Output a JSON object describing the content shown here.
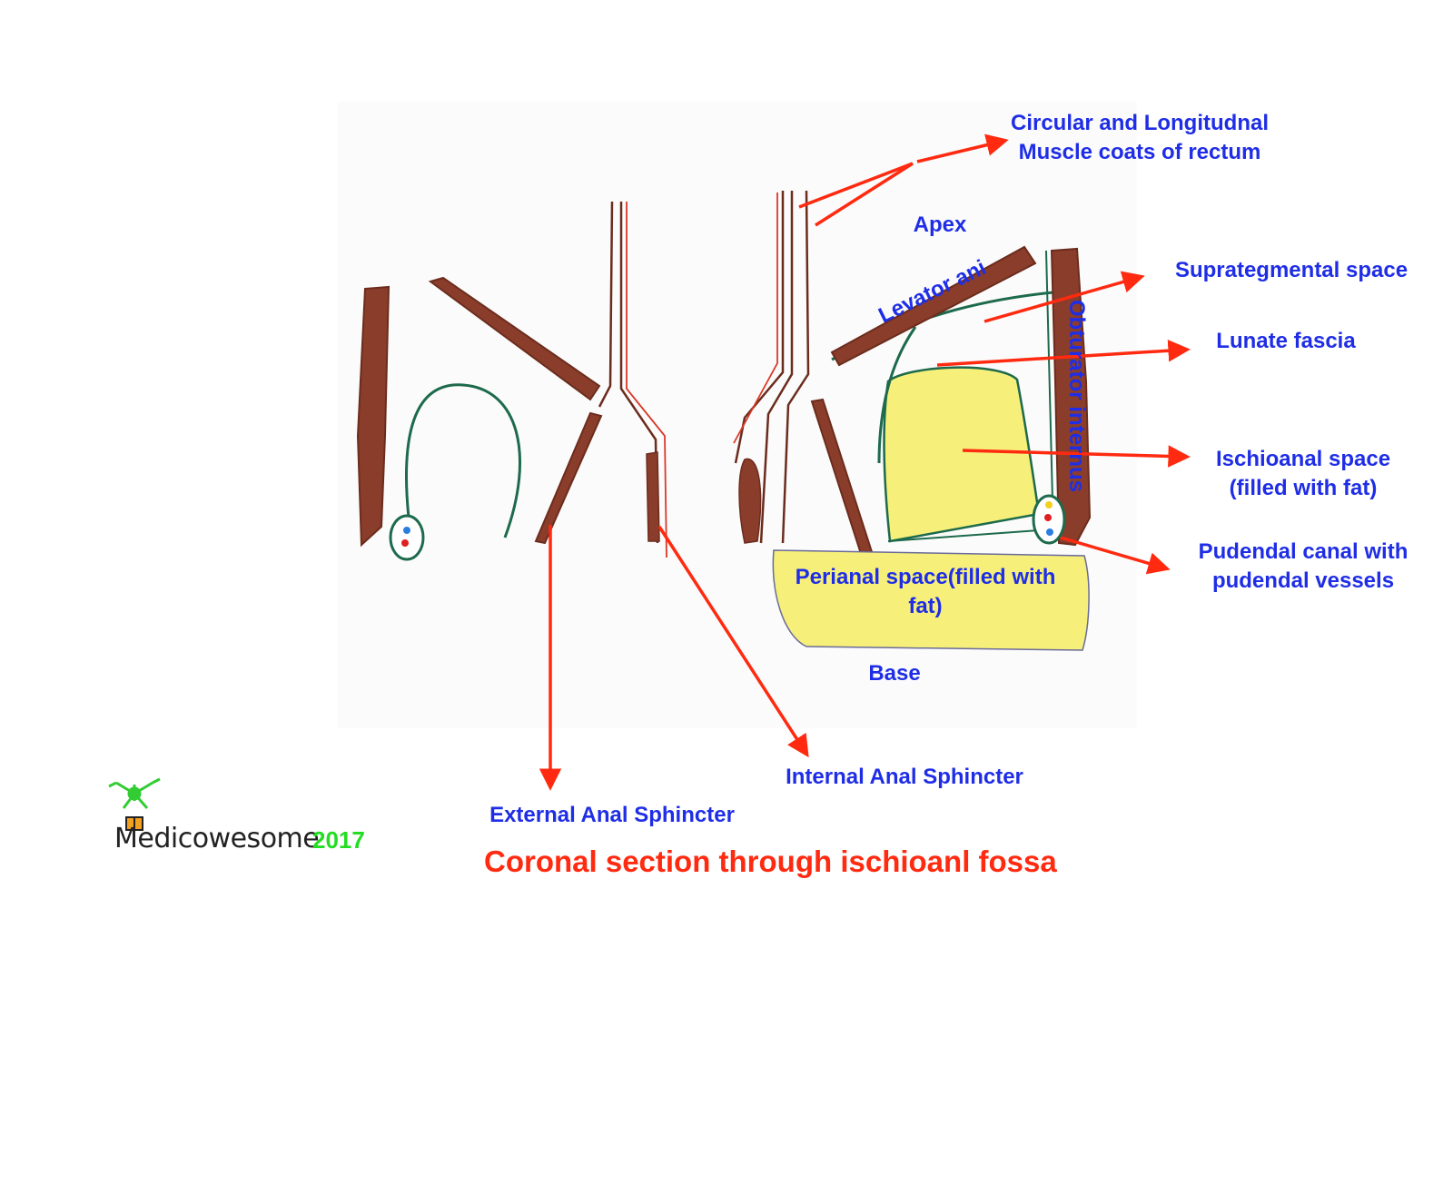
{
  "labels": {
    "circular_longitudinal_line1": "Circular and Longitudnal",
    "circular_longitudinal_line2": "Muscle coats of rectum",
    "apex": "Apex",
    "levator_ani": "Levator ani",
    "obturator_internus": "Obturator internus",
    "suprategmental_space": "Suprategmental space",
    "lunate_fascia": "Lunate fascia",
    "ischioanal_space_line1": "Ischioanal space",
    "ischioanal_space_line2": "(filled with fat)",
    "pudendal_canal_line1": "Pudendal canal with",
    "pudendal_canal_line2": "pudendal vessels",
    "perianal_space_line1": "Perianal space(filled with",
    "perianal_space_line2": "fat)",
    "base": "Base",
    "internal_anal_sphincter": "Internal Anal Sphincter",
    "external_anal_sphincter": "External Anal Sphincter"
  },
  "caption": "Coronal section through ischioanl fossa",
  "logo": {
    "brand": "Medicowesome",
    "year": "2017"
  },
  "colors": {
    "label_blue": "#1f2ee6",
    "arrow_red": "#ff2a10",
    "muscle_brown": "#8a3d2a",
    "fascia_green": "#1d6a4c",
    "fat_yellow": "#f6f07a",
    "year_green": "#22dd22"
  }
}
